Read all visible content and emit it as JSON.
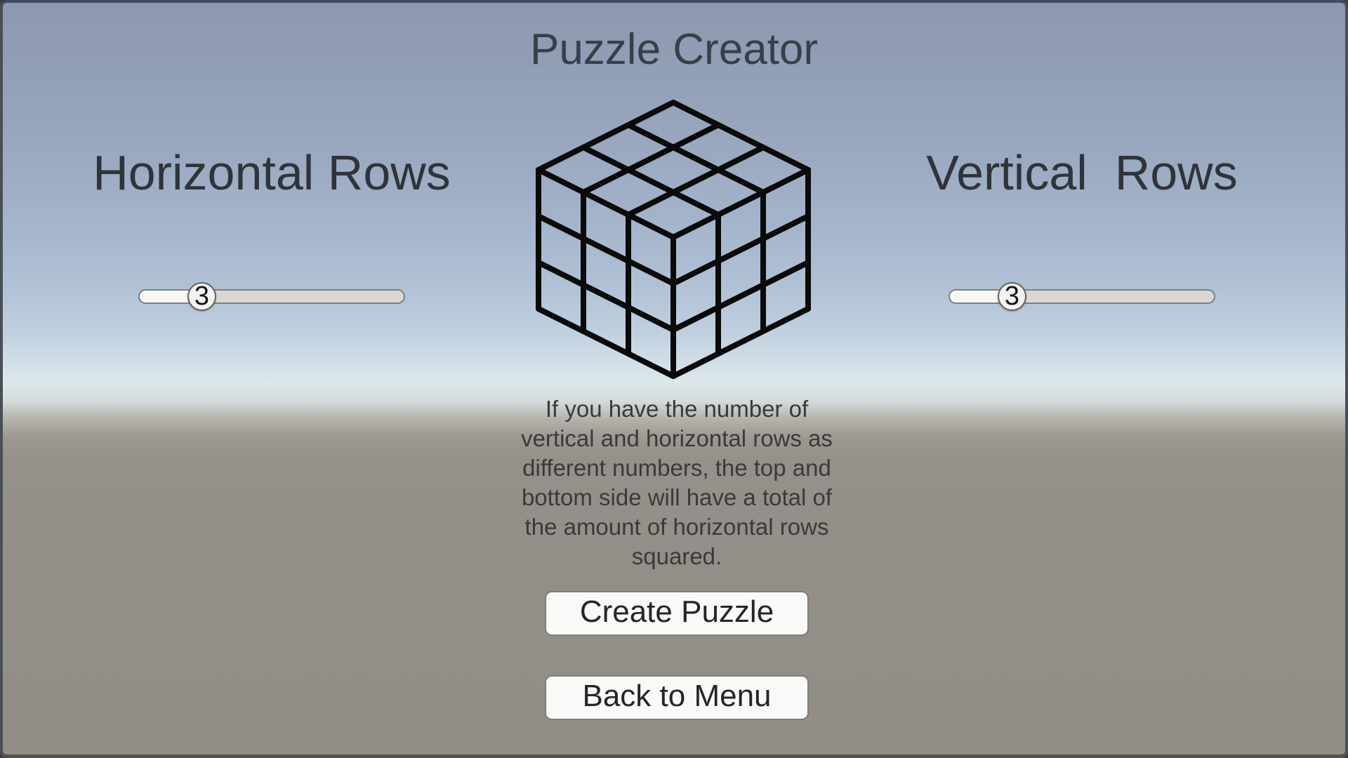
{
  "screen": {
    "title": "Puzzle Creator",
    "horizontal": {
      "label": "Horizontal Rows",
      "value": "3"
    },
    "vertical": {
      "label": "Vertical  Rows",
      "value": "3"
    },
    "cube": {
      "grid": 3
    },
    "description_lines": [
      "If you have the number of",
      "vertical and horizontal rows as",
      "different numbers, the top and",
      "bottom side will have a total of",
      "the amount of horizontal rows",
      "squared."
    ],
    "buttons": {
      "create": "Create Puzzle",
      "back": "Back to Menu"
    },
    "colors": {
      "sky_top": "#8c99af",
      "horizon": "#dde8ec",
      "ground": "#938f88",
      "text_dark": "#3a3a3a",
      "cube_line": "#0a0a0a",
      "button_bg": "#f9f9f8"
    }
  }
}
